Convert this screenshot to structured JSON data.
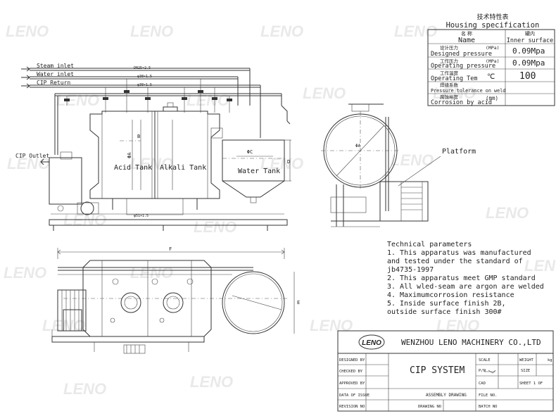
{
  "watermark": "LENO",
  "housing_spec": {
    "title_cn": "技术特性表",
    "title_en": "Housing specification",
    "header": {
      "name_cn": "名 称",
      "name_en": "Name",
      "value_cn": "罐内",
      "value_en": "Inner surface"
    },
    "rows": [
      {
        "cn": "设计压力",
        "unit": "(MPa)",
        "en": "Designed pressure",
        "value": "0.09Mpa"
      },
      {
        "cn": "工作压力",
        "unit": "(MPa)",
        "en": "Operating pressure",
        "value": "0.09Mpa"
      },
      {
        "cn": "工作温度",
        "unit": "℃",
        "en": "Operating Tem",
        "value": "100"
      },
      {
        "cn": "焊缝系数",
        "unit": "",
        "en": "Pressure tolerance on weld",
        "value": ""
      },
      {
        "cn": "腐蚀裕度",
        "unit": "(mm)",
        "en": "Corrosion by acid",
        "value": ""
      }
    ]
  },
  "labels": {
    "steam_inlet": "Steam inlet",
    "water_inlet": "Water inlet",
    "cip_return": "CIP Return",
    "cip_outlet": "CIP Outlet",
    "acid_tank": "Acid Tank",
    "alkali_tank": "Alkali Tank",
    "water_tank": "Water Tank",
    "platform": "Platform",
    "dim_b": "B",
    "dim_phi_a": "ΦA",
    "dim_phi_c": "ΦC",
    "dim_d": "D",
    "dim_f": "F",
    "dim_e": "E",
    "pipe_1": "DN25×2.5",
    "pipe_2": "φ38×1.5",
    "pipe_3": "φ38×1.5",
    "pipe_4": "φ51×1.5"
  },
  "tech_params": {
    "title": "Technical parameters",
    "items": [
      "1. This apparatus was manufactured",
      "and tested under the standard of",
      "jb4735-1997",
      "2. This apparatus meet GMP standard",
      "3. All wled-seam are argon are welded",
      "4. Maximumcorrosion resistance",
      "5. Inside surface finish 2B,",
      "outside surface finish 300#"
    ]
  },
  "title_block": {
    "logo": "LENO",
    "company": "WENZHOU LENO MACHINERY CO.,LTD",
    "drawing_title": "CIP SYSTEM",
    "designed_by": "DESIGNED BY",
    "checked_by": "CHECKED BY",
    "approved_by": "APPROVED BY",
    "date_of_issue": "DATA OF ISSUE",
    "revision_no": "REVISION NO",
    "scale": "SCALE",
    "weight": "WEIGHT",
    "weight_unit": "kg",
    "pn": "P/N",
    "size": "SIZE",
    "cad": "CAD",
    "sheet": "SHEET 1  OF",
    "assembly_drawing": "ASSEMBLY DRAWING",
    "file_no": "FILE NO.",
    "drawing_no": "DRAWING NO",
    "batch_no": "BATCH NO"
  }
}
